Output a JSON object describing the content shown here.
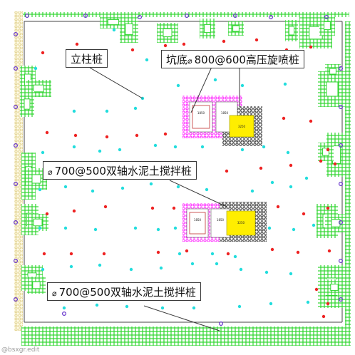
{
  "labels": {
    "column_pile": "立柱桩",
    "pit_bottom_symbol": "⌀",
    "pit_bottom": "坑底",
    "pit_bottom_spec": "800@600高压旋喷桩",
    "dual_axis_symbol": "⌀",
    "dual_axis_spec": "700@500双轴水泥土搅拌桩",
    "dual_axis_symbol_2": "⌀",
    "dual_axis_spec_2": "700@500双轴水泥土搅拌桩"
  },
  "pit_labels": {
    "upper_left_a": "1850",
    "upper_left_b": "1850",
    "upper_right": "3250",
    "lower_left_a": "1850",
    "lower_left_b": "1850",
    "lower_right": "3250"
  },
  "watermark": "@bsxgr.edit",
  "colors": {
    "mixing_pile": "#33dd33",
    "jet_grout": "#ff33ff",
    "cyan_pile": "#22dddd",
    "red_pile": "#ee2222",
    "purple_pile": "#6633cc",
    "yellow_core": "#ffee00",
    "outline": "#3a3a3a"
  }
}
